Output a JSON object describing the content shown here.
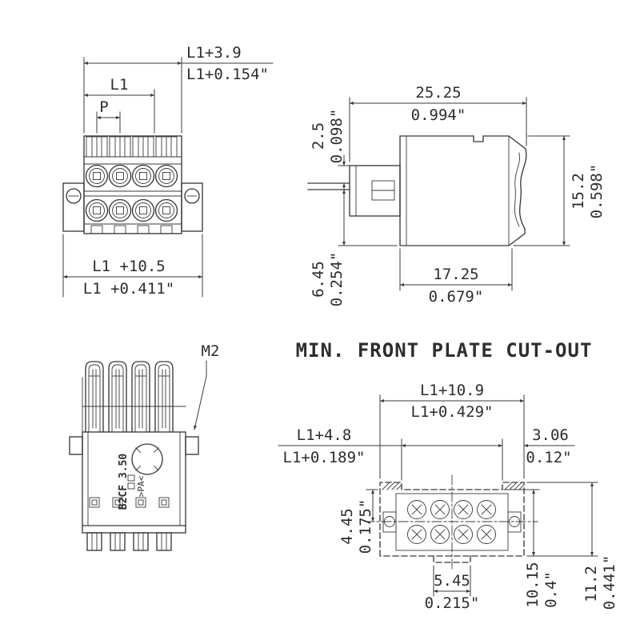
{
  "title": "MIN. FRONT PLATE CUT-OUT",
  "front_view": {
    "dim_width_top_mm": "L1+3.9",
    "dim_width_top_inch": "L1+0.154\"",
    "dim_l1": "L1",
    "dim_pitch": "P",
    "dim_width_bottom_mm": "L1 +10.5",
    "dim_width_bottom_inch": "L1 +0.411\""
  },
  "side_view": {
    "dim_depth_mm": "25.25",
    "dim_depth_inch": "0.994\"",
    "dim_offset_mm": "2.5",
    "dim_offset_inch": "0.098\"",
    "dim_height_mm": "15.2",
    "dim_height_inch": "0.598\"",
    "dim_pin_mm": "6.45",
    "dim_pin_inch": "0.254\"",
    "dim_body_depth_mm": "17.25",
    "dim_body_depth_inch": "0.679\""
  },
  "plug_view": {
    "dim_thread": "M2",
    "marking_type": "B2CF 3.50",
    "marking_material": ">PA<"
  },
  "cutout_view": {
    "dim_width_mm": "L1+10.9",
    "dim_width_inch": "L1+0.429\"",
    "dim_inner_width_mm": "L1+4.8",
    "dim_inner_width_inch": "L1+0.189\"",
    "dim_notch_mm": "3.06",
    "dim_notch_inch": "0.12\"",
    "dim_upper_height_mm": "4.45",
    "dim_upper_height_inch": "0.175\"",
    "dim_slot_mm": "5.45",
    "dim_slot_inch": "0.215\"",
    "dim_height_mm": "10.15",
    "dim_height_inch": "0.4\"",
    "dim_total_height_mm": "11.2",
    "dim_total_height_inch": "0.441\""
  }
}
